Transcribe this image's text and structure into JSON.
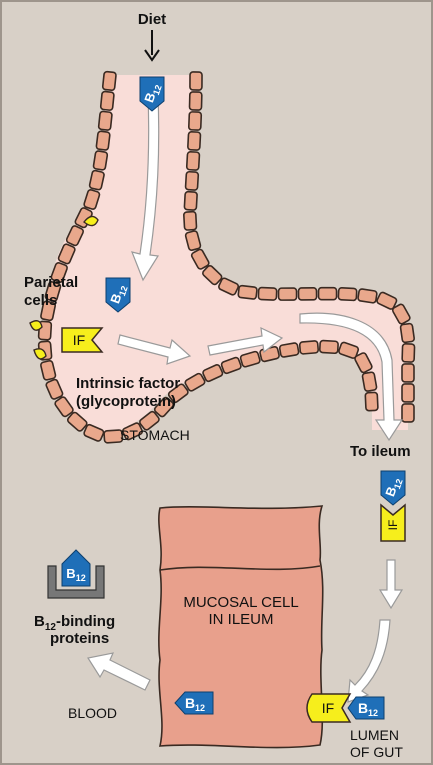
{
  "labels": {
    "diet": "Diet",
    "parietal_line1": "Parietal",
    "parietal_line2": "cells",
    "intrinsic_line1": "Intrinsic factor",
    "intrinsic_line2": "(glycoprotein)",
    "stomach": "STOMACH",
    "to_ileum": "To ileum",
    "mucosal_line1": "MUCOSAL CELL",
    "mucosal_line2": "IN ILEUM",
    "binding_line1_a": "B",
    "binding_line1_sub": "12",
    "binding_line1_b": "-binding",
    "binding_line2": "proteins",
    "blood": "BLOOD",
    "lumen_line1": "LUMEN",
    "lumen_line2": "OF GUT"
  },
  "tags": {
    "b12_main": "B",
    "b12_sub": "12",
    "if": "IF"
  },
  "colors": {
    "background": "#d8d0c7",
    "stomach_lumen": "#f9ddd8",
    "wall_segment": "#e9a88c",
    "wall_stroke": "#3a2a22",
    "mucosal_cell": "#e8a08c",
    "b12_blue": "#1f6fb8",
    "if_yellow": "#f6ee1c",
    "arrow_fill": "#ffffff",
    "arrow_stroke": "#9a9a9a"
  }
}
